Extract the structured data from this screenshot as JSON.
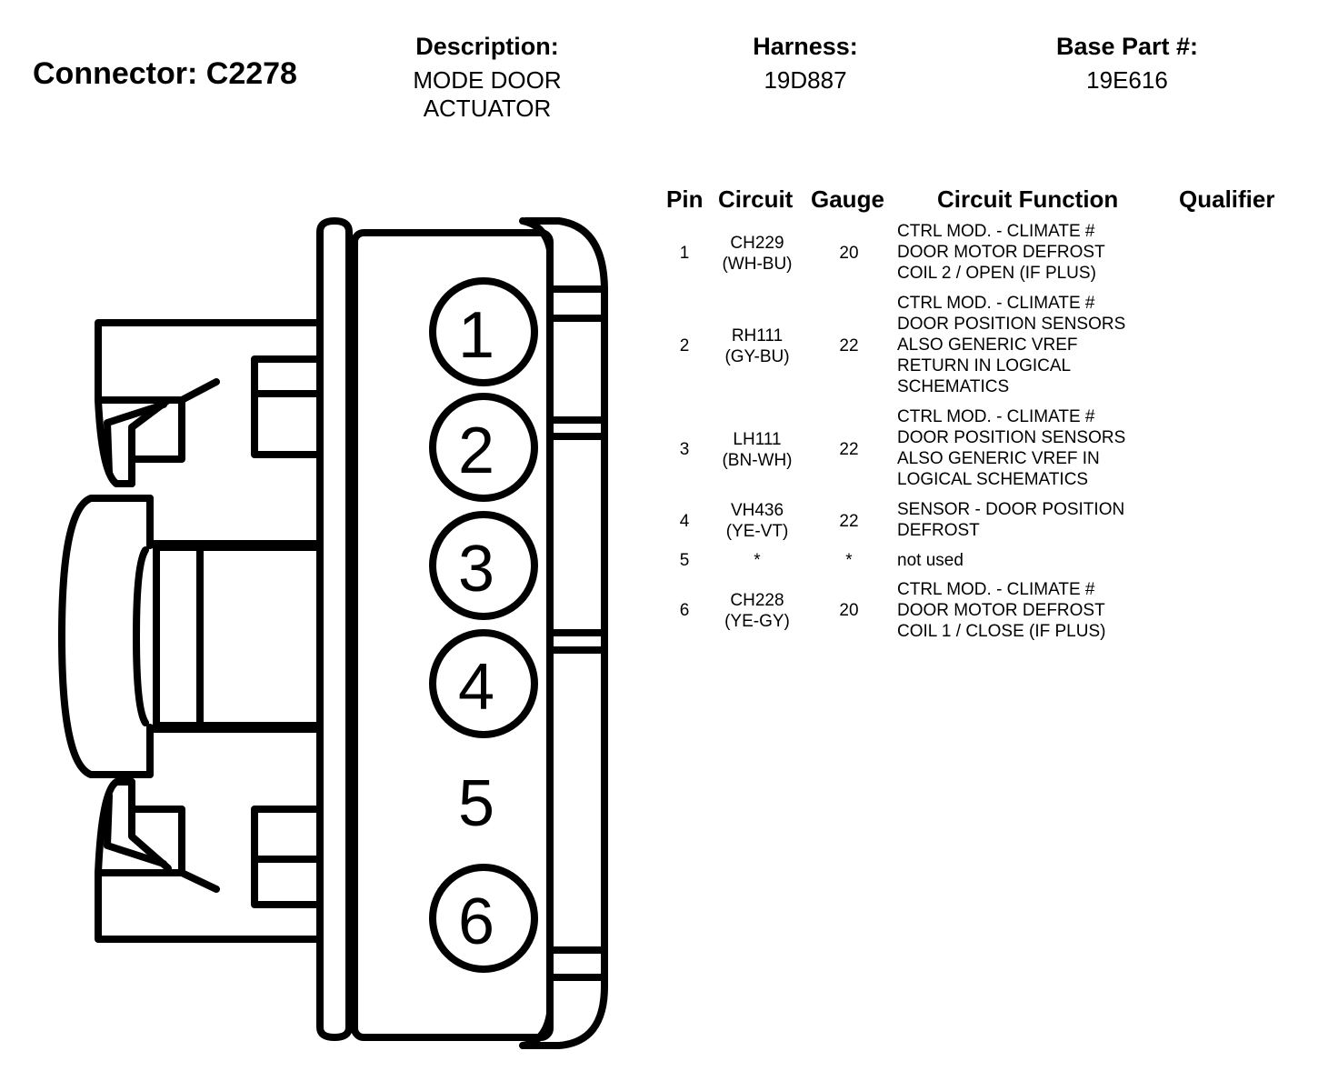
{
  "header": {
    "connector": "Connector: C2278",
    "description_label": "Description:",
    "description_value": "MODE DOOR\nACTUATOR",
    "harness_label": "Harness:",
    "harness_value": "19D887",
    "base_part_label": "Base Part #:",
    "base_part_value": "19E616"
  },
  "table": {
    "headers": {
      "pin": "Pin",
      "circuit": "Circuit",
      "gauge": "Gauge",
      "function": "Circuit Function",
      "qualifier": "Qualifier"
    },
    "rows": [
      {
        "pin": "1",
        "circuit": "CH229\n(WH-BU)",
        "gauge": "20",
        "function": "CTRL MOD. - CLIMATE #\nDOOR MOTOR DEFROST\nCOIL 2 / OPEN (IF PLUS)",
        "qualifier": ""
      },
      {
        "pin": "2",
        "circuit": "RH111\n(GY-BU)",
        "gauge": "22",
        "function": "CTRL MOD. - CLIMATE #\nDOOR POSITION SENSORS\nALSO GENERIC VREF\nRETURN IN LOGICAL\nSCHEMATICS",
        "qualifier": ""
      },
      {
        "pin": "3",
        "circuit": "LH111\n(BN-WH)",
        "gauge": "22",
        "function": "CTRL MOD. - CLIMATE #\nDOOR POSITION SENSORS\nALSO GENERIC VREF IN\nLOGICAL SCHEMATICS",
        "qualifier": ""
      },
      {
        "pin": "4",
        "circuit": "VH436\n(YE-VT)",
        "gauge": "22",
        "function": "SENSOR - DOOR POSITION\nDEFROST",
        "qualifier": ""
      },
      {
        "pin": "5",
        "circuit": "*",
        "gauge": "*",
        "function": "not used",
        "qualifier": ""
      },
      {
        "pin": "6",
        "circuit": "CH228\n(YE-GY)",
        "gauge": "20",
        "function": "CTRL MOD. - CLIMATE #\nDOOR MOTOR DEFROST\nCOIL 1 / CLOSE (IF PLUS)",
        "qualifier": ""
      }
    ]
  },
  "diagram": {
    "pin_labels": [
      "1",
      "2",
      "3",
      "4",
      "5",
      "6"
    ]
  }
}
